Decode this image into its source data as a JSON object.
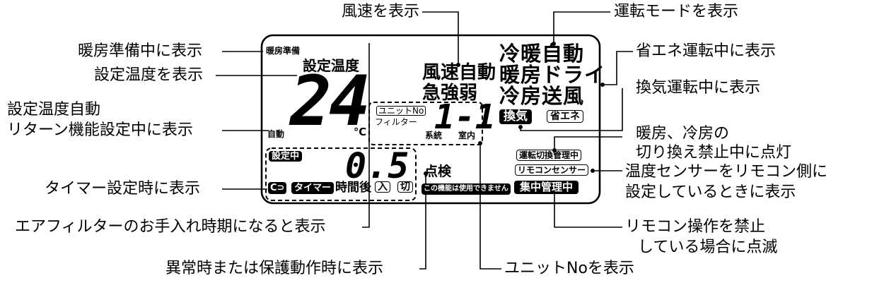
{
  "callouts": {
    "fan_speed": "風速を表示",
    "operation_mode": "運転モードを表示",
    "heating_prep": "暖房準備中に表示",
    "eco_mode": "省エネ運転中に表示",
    "set_temp": "設定温度を表示",
    "ventilation": "換気運転中に表示",
    "auto_return_1": "設定温度自動",
    "auto_return_2": "リターン機能設定中に表示",
    "switch_prohibit_1": "暖房、冷房の",
    "switch_prohibit_2": "切り換え禁止中に点灯",
    "sensor_1": "温度センサーをリモコン側に",
    "sensor_2": "設定しているときに表示",
    "timer": "タイマー設定時に表示",
    "filter": "エアフィルターのお手入れ時期になると表示",
    "remote_lock_1": "リモコン操作を禁止",
    "remote_lock_2": "している場合に点滅",
    "abnormal": "異常時または保護動作時に表示",
    "unit_no": "ユニットNoを表示"
  },
  "lcd": {
    "heating_prep": "暖房準備",
    "set_temp_label": "設定温度",
    "temperature": "24",
    "celsius": "℃",
    "auto": "自動",
    "unit_no_label": "ユニットNo",
    "filter_label": "フィルター",
    "unit_code": "1-1",
    "system": "系統",
    "indoor": "室内",
    "fan_line1": "風速自動",
    "fan_line2": "急強弱",
    "mode_line1": "冷暖自動",
    "mode_line2": "暖房ドライ",
    "mode_line3": "冷房送風",
    "ventilation_badge": "換気",
    "eco_badge": "省エネ",
    "setting": "設定中",
    "timer_value": "0.5",
    "inspection": "点検",
    "switch_mgmt": "運転切換管理中",
    "remote_sensor": "リモコンセンサー",
    "timer_loop": "C⊃",
    "timer_label": "タイマー",
    "hours_after": "時間後",
    "on": "入",
    "off": "切",
    "unavailable": "この機能は使用できません",
    "central": "集中管理中"
  }
}
